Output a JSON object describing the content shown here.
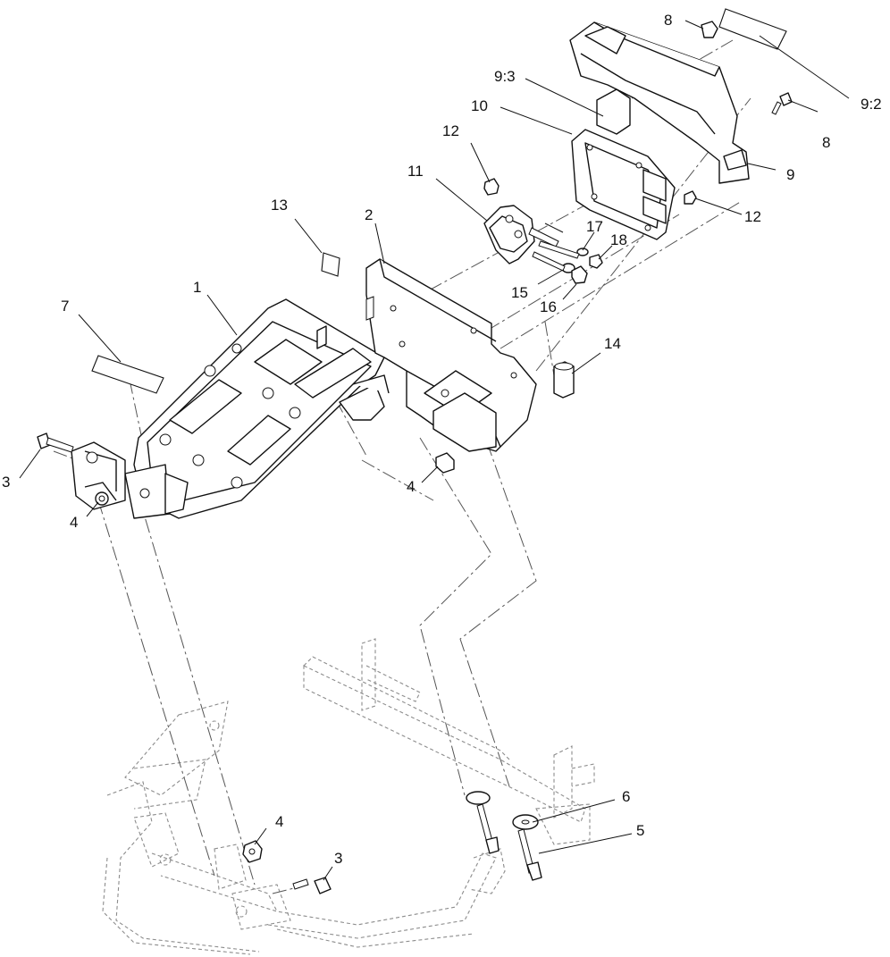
{
  "diagram": {
    "callouts": [
      {
        "id": "c1",
        "label": "1"
      },
      {
        "id": "c2",
        "label": "2"
      },
      {
        "id": "c3a",
        "label": "3"
      },
      {
        "id": "c3b",
        "label": "3"
      },
      {
        "id": "c4a",
        "label": "4"
      },
      {
        "id": "c4b",
        "label": "4"
      },
      {
        "id": "c4c",
        "label": "4"
      },
      {
        "id": "c5",
        "label": "5"
      },
      {
        "id": "c6",
        "label": "6"
      },
      {
        "id": "c7",
        "label": "7"
      },
      {
        "id": "c8a",
        "label": "8"
      },
      {
        "id": "c8b",
        "label": "8"
      },
      {
        "id": "c9",
        "label": "9"
      },
      {
        "id": "c92",
        "label": "9:2"
      },
      {
        "id": "c93",
        "label": "9:3"
      },
      {
        "id": "c10",
        "label": "10"
      },
      {
        "id": "c11",
        "label": "11"
      },
      {
        "id": "c12a",
        "label": "12"
      },
      {
        "id": "c12b",
        "label": "12"
      },
      {
        "id": "c13",
        "label": "13"
      },
      {
        "id": "c14",
        "label": "14"
      },
      {
        "id": "c15",
        "label": "15"
      },
      {
        "id": "c16",
        "label": "16"
      },
      {
        "id": "c17",
        "label": "17"
      },
      {
        "id": "c18",
        "label": "18"
      }
    ]
  }
}
